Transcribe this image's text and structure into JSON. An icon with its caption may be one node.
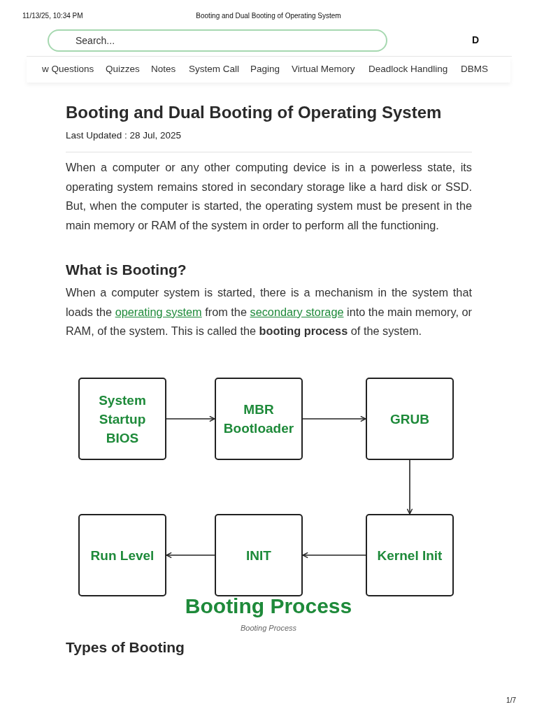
{
  "diagram": {
    "title": "Booting Process",
    "caption": "Booting Process",
    "nodes": [
      {
        "text": [
          "System Startup BIOS"
        ]
      },
      {
        "text": [
          "MBR Bootloader"
        ]
      },
      {
        "text": [
          "GRUB"
        ]
      },
      {
        "text": [
          "Run Level"
        ]
      },
      {
        "text": [
          "INIT"
        ]
      },
      {
        "text": [
          "Kernel Init"
        ]
      }
    ],
    "edges": [
      {
        "from": 0,
        "to": 1,
        "arrow": "to"
      },
      {
        "from": 1,
        "to": 2,
        "arrow": "to"
      },
      {
        "from": 2,
        "to": 5,
        "arrow": "to"
      },
      {
        "from": 5,
        "to": 4,
        "arrow": "to"
      },
      {
        "from": 4,
        "to": 3,
        "arrow": "to"
      }
    ],
    "labels": [
      "11/13/25, 10:34 PM",
      "Booting and Dual Booting of Operating System",
      "Search...",
      "D",
      "w Questions",
      "Quizzes",
      "Notes",
      "System Call",
      "Paging",
      "Virtual Memory",
      "Deadlock Handling",
      "DBMS",
      "Booting and Dual Booting of Operating System",
      "Last Updated : 28 Jul, 2025",
      "When a computer or any other computing device is in a powerless state, its operating system remains stored in secondary storage like a hard disk or SSD. But, when the computer is started, the operating system must be present in the main memory or RAM of the system in order to perform all the functioning.",
      "What is Booting?",
      "When a computer system is started, there is a mechanism in the system that loads the",
      "operating system",
      "from the",
      "secondary storage",
      "into the main memory, or RAM, of the system. This is called the **booting process** of the system.",
      "Types of Booting",
      "1/7"
    ]
  }
}
